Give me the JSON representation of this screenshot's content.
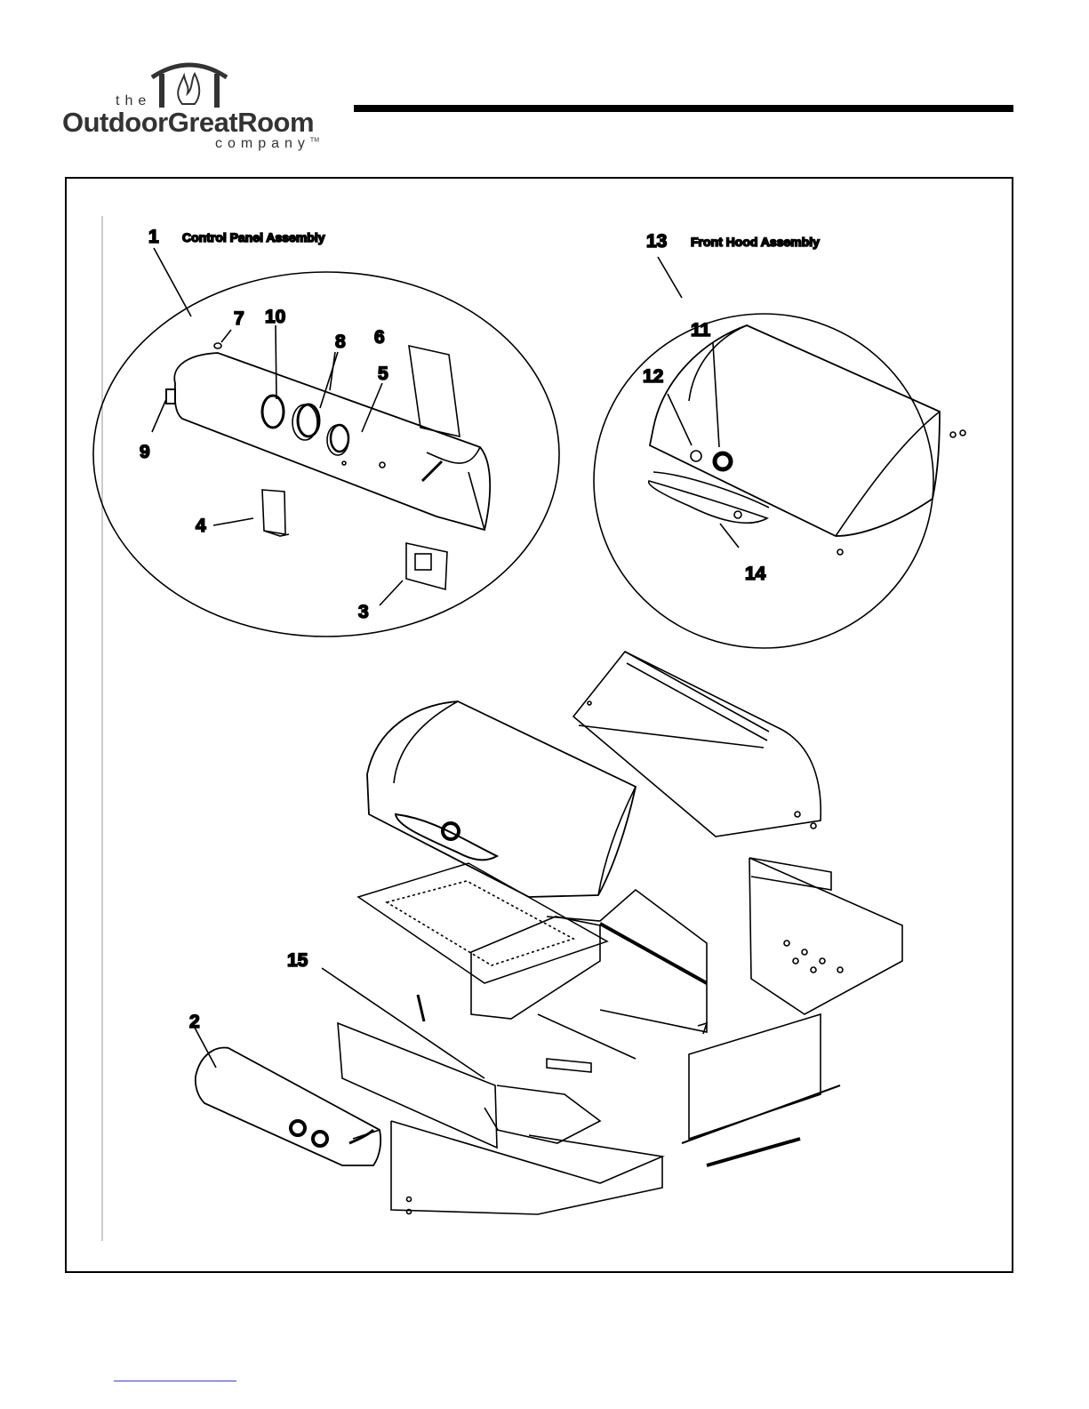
{
  "logo": {
    "the": "the",
    "main": "OutdoorGreatRoom",
    "company": "company",
    "tm": "TM",
    "icon": "fireplace-flame-icon"
  },
  "diagram": {
    "callouts": {
      "control_panel_assembly": "Control Panel Assembly",
      "front_hood_assembly": "Front Hood Assembly"
    },
    "parts": [
      "1",
      "2",
      "3",
      "4",
      "5",
      "6",
      "7",
      "8",
      "9",
      "10",
      "11",
      "12",
      "13",
      "14",
      "15"
    ]
  }
}
